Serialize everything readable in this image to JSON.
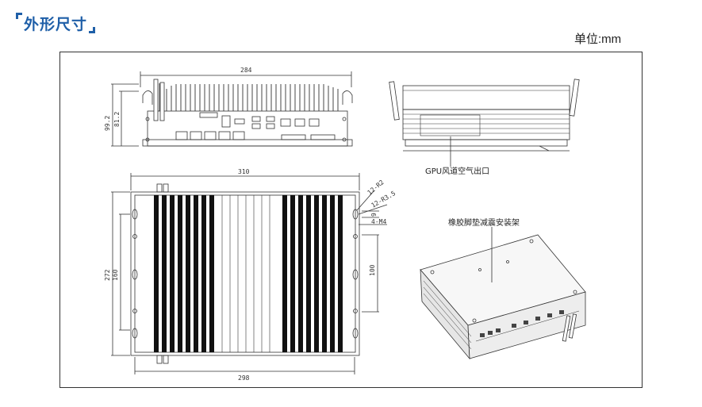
{
  "header": {
    "title": "外形尺寸",
    "unit": "单位:mm"
  },
  "front_view": {
    "width_label": "284",
    "height_label_outer": "99.2",
    "height_label_inner": "81.2"
  },
  "top_view": {
    "width_top_label": "310",
    "width_bottom_label": "298",
    "height_outer_label": "272",
    "height_inner_label": "160",
    "right_height_label": "100",
    "radius_label_1": "12-R2",
    "radius_label_2": "12-R3.5",
    "screw_label": "4-M4",
    "slot_label": "9"
  },
  "callouts": {
    "gpu_vent": "GPU风道空气出口",
    "rubber_feet": "橡胶脚垫减震安装架"
  }
}
